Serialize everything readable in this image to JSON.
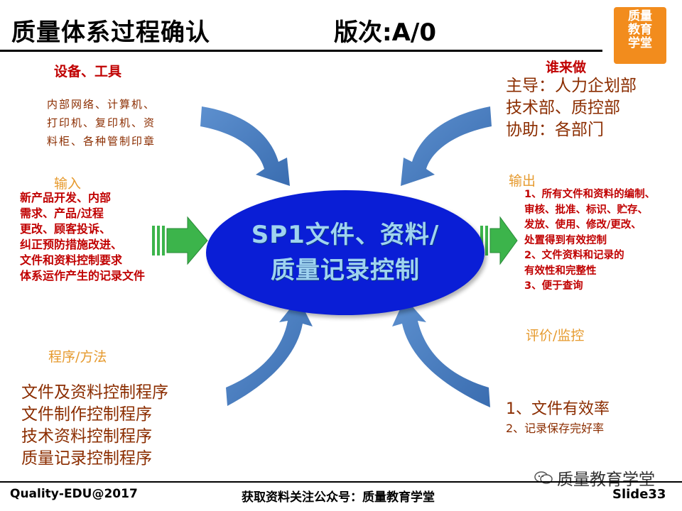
{
  "header": {
    "title": "质量体系过程确认",
    "version": "版次:A/0",
    "logo_lines": [
      "质量",
      "教育",
      "学堂"
    ]
  },
  "equipment": {
    "label": "设备、工具",
    "lines": [
      "内部网络、计算机、",
      "打印机、复印机、资",
      "料柜、各种管制印章"
    ]
  },
  "who": {
    "label": "谁来做",
    "lines": [
      "主导：人力企划部",
      "技术部、质控部",
      "协助：各部门"
    ]
  },
  "input": {
    "label": "输入",
    "lines": [
      "新产品开发、内部",
      "需求、产品/过程",
      "更改、顾客投诉、",
      "纠正预防措施改进、",
      "文件和资料控制要求",
      "体系运作产生的记录文件"
    ]
  },
  "output": {
    "label": "输出",
    "lines": [
      "1、所有文件和资料的编制、",
      "审核、批准、标识、贮存、",
      "发放、使用、修改/更改、",
      "处置得到有效控制",
      "2、文件资料和记录的",
      "有效性和完整性",
      "3、便于查询"
    ]
  },
  "center": {
    "line1": "SP1文件、资料/",
    "line2": "质量记录控制"
  },
  "procedure": {
    "label": "程序/方法",
    "lines": [
      "文件及资料控制程序",
      "文件制作控制程序",
      "技术资料控制程序",
      "质量记录控制程序"
    ]
  },
  "evaluation": {
    "label": "评价/监控",
    "line1": "1、文件有效率",
    "line2": "2、记录保存完好率"
  },
  "footer": {
    "left": "Quality-EDU@2017",
    "middle": "获取资料关注公众号：质量教育学堂",
    "right": "Slide33",
    "watermark": "质量教育学堂"
  },
  "colors": {
    "arrow_blue": "#4a7fc1",
    "arrow_green": "#3cb44b",
    "ellipse_blue": "#0a1ed6",
    "label_red": "#c00000",
    "label_orange": "#e69a2e",
    "logo_orange": "#f28c1d"
  }
}
